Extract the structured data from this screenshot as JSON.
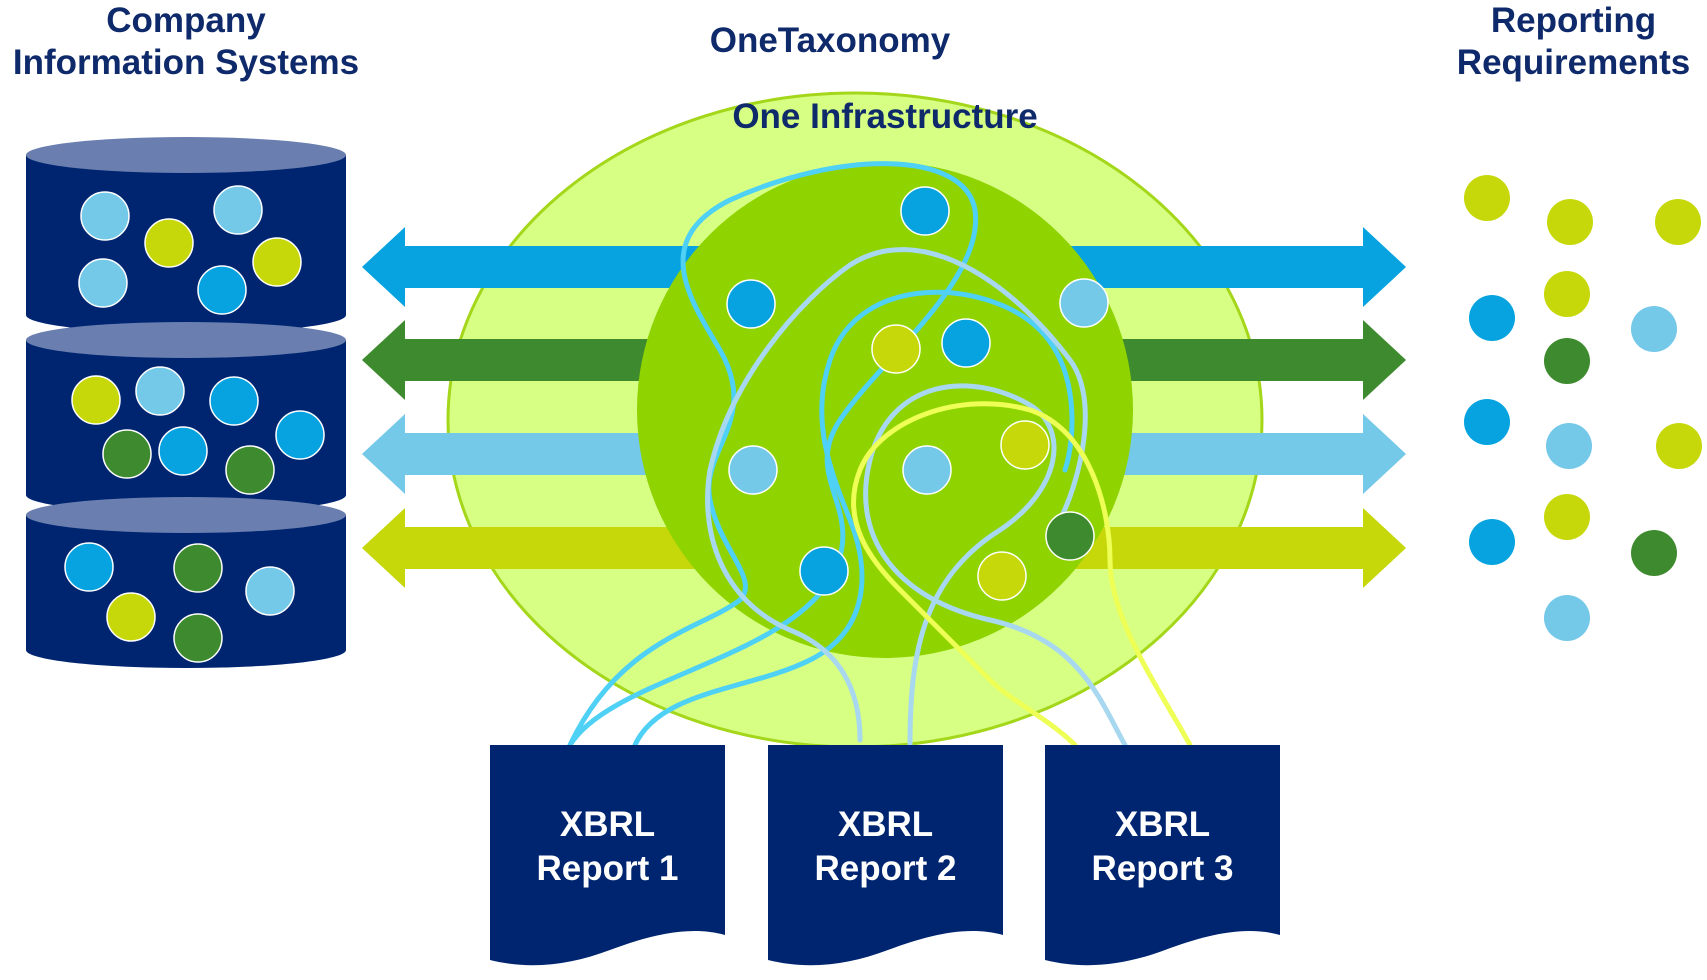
{
  "headers": {
    "company_systems": [
      "Company",
      "Information Systems"
    ],
    "taxonomy": "OneTaxonomy",
    "infrastructure": "One Infrastructure",
    "reporting": [
      "Reporting",
      "Requirements"
    ]
  },
  "reports": [
    {
      "line1": "XBRL",
      "line2": "Report 1"
    },
    {
      "line1": "XBRL",
      "line2": "Report 2"
    },
    {
      "line1": "XBRL",
      "line2": "Report 3"
    }
  ],
  "colors": {
    "navy": "#002570",
    "disk_top": "#6a7fb0",
    "outer_ellipse": "#d6ff84",
    "outer_stroke": "#a4d61a",
    "inner_circle": "#8fd300",
    "blue": "#06a3e0",
    "light_blue": "#74c8e8",
    "lime": "#c6d80a",
    "green": "#3e8a2e",
    "curve_blue": "#4fd0f5",
    "curve_light": "#a8d8ef",
    "curve_yellow": "#eeff55"
  }
}
